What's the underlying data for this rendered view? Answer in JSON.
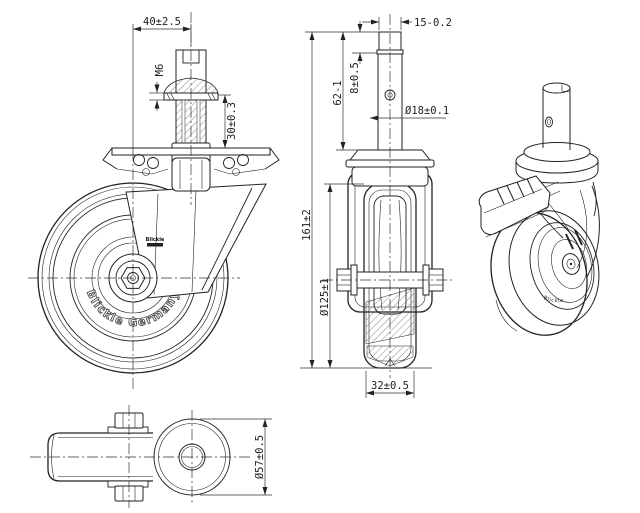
{
  "meta": {
    "bg_color": "#ffffff",
    "line_color": "#222222",
    "drawing_type": "swivel caster technical drawing"
  },
  "views": {
    "front": {
      "dim_offset": "40±2.5",
      "dim_thread": "M6",
      "dim_expander": "30±0.3",
      "wheel_brand": "Blickle Germany",
      "fork_label": "Blickle"
    },
    "side": {
      "dim_stem_top_dia": "15-0.2",
      "dim_stem_top_len": "8±0.5",
      "dim_stem_len": "62-1",
      "dim_stem_dia": "Ø18±0.1",
      "dim_total_height": "161±2",
      "dim_wheel_dia": "Ø125±1",
      "dim_wheel_width": "32±0.5"
    },
    "bottom": {
      "dim_head_dia": "Ø57±0.5"
    },
    "perspective": {
      "brand": "Blickle"
    }
  }
}
